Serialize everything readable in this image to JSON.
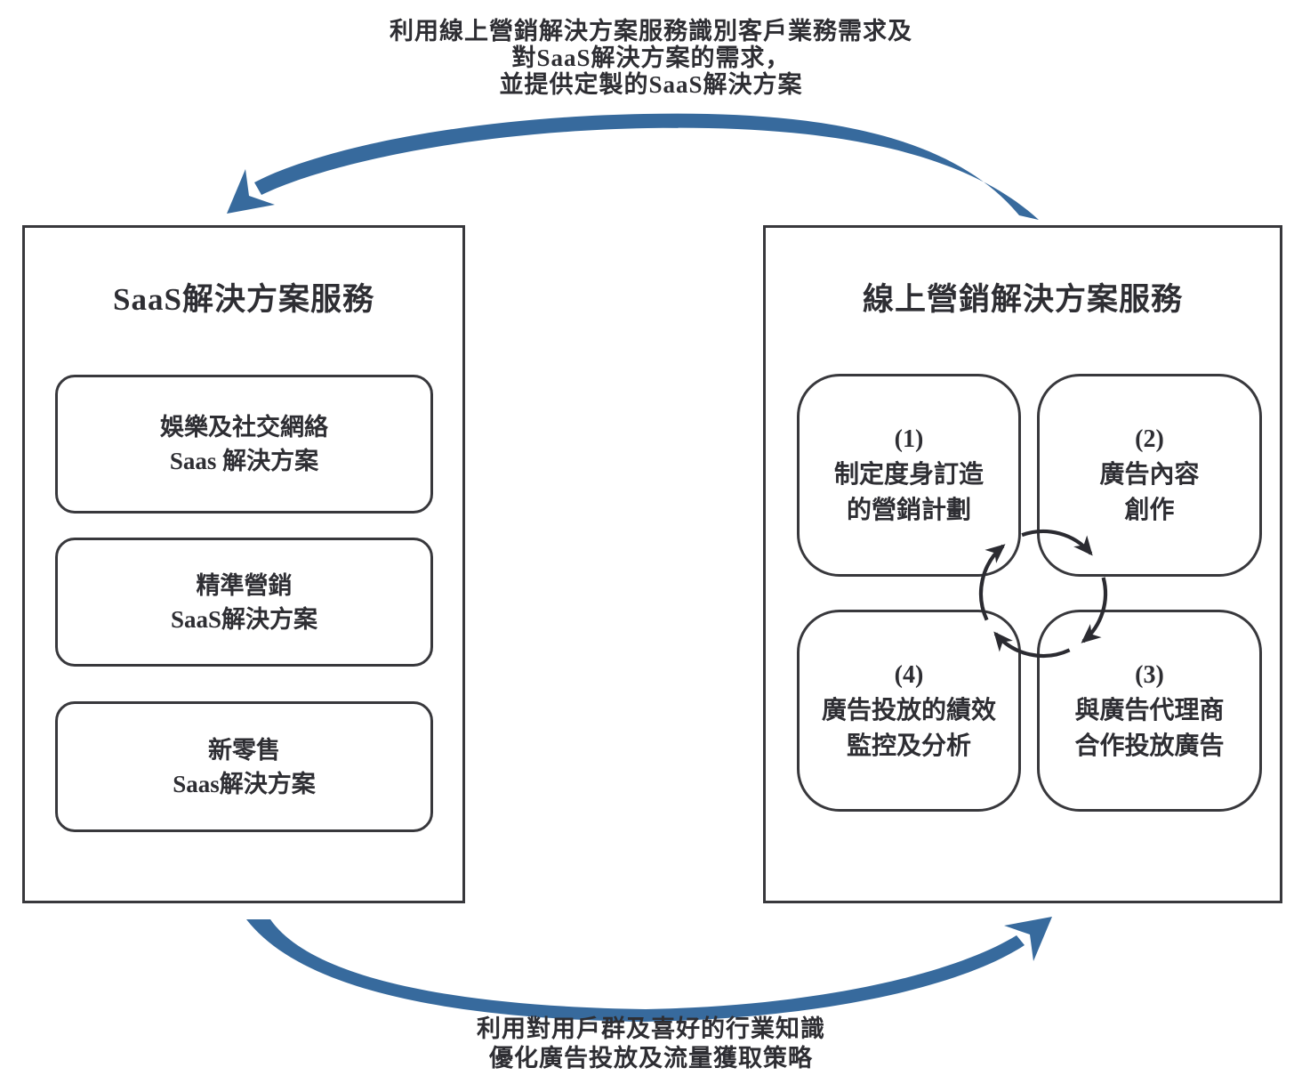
{
  "colors": {
    "arrow_blue": "#376a9d",
    "box_line": "#38383c",
    "cycle_dark": "#2b2b31",
    "text": "#2e2e33"
  },
  "top_caption": {
    "lines": [
      "利用線上營銷解決方案服務識別客戶業務需求及",
      "對SaaS解決方案的需求，",
      "並提供定製的SaaS解決方案"
    ]
  },
  "bottom_caption": {
    "lines": [
      "利用對用戶群及喜好的行業知識",
      "優化廣告投放及流量獲取策略"
    ]
  },
  "left_panel": {
    "title": "SaaS解決方案服務",
    "items": [
      {
        "lines": [
          "娛樂及社交網絡",
          "Saas 解決方案"
        ]
      },
      {
        "lines": [
          "精準營銷",
          "SaaS解決方案"
        ]
      },
      {
        "lines": [
          "新零售",
          "Saas解決方案"
        ]
      }
    ]
  },
  "right_panel": {
    "title": "線上營銷解決方案服務",
    "steps": [
      {
        "num": "(1)",
        "lines": [
          "制定度身訂造",
          "的營銷計劃"
        ]
      },
      {
        "num": "(2)",
        "lines": [
          "廣告內容",
          "創作"
        ]
      },
      {
        "num": "(4)",
        "lines": [
          "廣告投放的績效",
          "監控及分析"
        ]
      },
      {
        "num": "(3)",
        "lines": [
          "與廣告代理商",
          "合作投放廣告"
        ]
      }
    ]
  }
}
